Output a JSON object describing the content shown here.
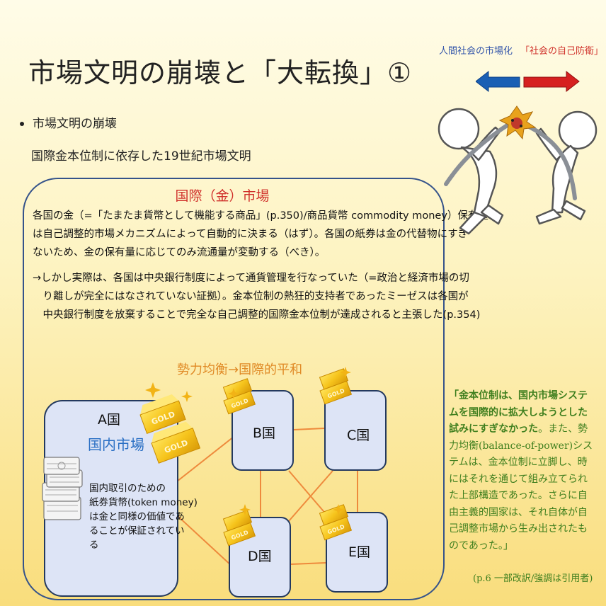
{
  "title": "市場文明の崩壊と「大転換」①",
  "bullet": "市場文明の崩壊",
  "subline": "国際金本位制に依存した19世紀市場文明",
  "panel": {
    "heading": "国際（金）市場",
    "para1": [
      "各国の金（=「たまたま貨幣として機能する商品」(p.350)/商品貨幣 commodity money）保有量",
      "は自己調整的市場メカニズムによって自動的に決まる（はず）。各国の紙券は金の代替物にすぎ",
      "ないため、金の保有量に応じてのみ流通量が変動する（べき）。"
    ],
    "para2": [
      "→しかし実際は、各国は中央銀行制度によって通貨管理を行なっていた（=政治と経済市場の切",
      "　り離しが完全にはなされていない証拠）。金本位制の熱狂的支持者であったミーゼスは各国が",
      "　中央銀行制度を放棄することで完全な自己調整的国際金本位制が達成されると主張した(p.354)"
    ]
  },
  "balance_label": "勢力均衡→国際的平和",
  "countries": {
    "a": "A国",
    "b": "B国",
    "c": "C国",
    "d": "D国",
    "e": "E国",
    "domestic_market": "国内市場",
    "token_note": [
      "国内取引のための",
      "紙券貨幣(token money)",
      "は金と同様の価値であ",
      "ることが保証されてい",
      "る"
    ]
  },
  "gold_label": "GOLD",
  "figure": {
    "left_label": "人間社会の市場化",
    "right_label": "「社会の自己防衛」"
  },
  "quote": {
    "bold_part": "「金本位制は、国内市場システムを国際的に拡大しようとした試みにすぎなかった",
    "rest": "。また、勢力均衡(balance-of-power)システムは、金本位制に立脚し、時にはそれを通じて組み立てられた上部構造であった。さらに自由主義的国家は、それ自体が自己調整市場から生み出されたものであった。」",
    "cite": "(p.6 一部改訳/強調は引用者)"
  },
  "colors": {
    "panel_border": "#35538a",
    "heading_red": "#d0312b",
    "orange": "#e08a26",
    "connector": "#ee8a3c",
    "country_fill": "#dde4f6",
    "quote_green": "#3f7f1e",
    "arrow_blue": "#1a5fb4",
    "arrow_red": "#d62020"
  }
}
